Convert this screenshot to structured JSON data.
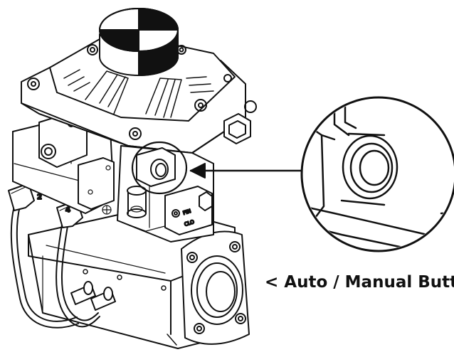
{
  "callout": {
    "label": "< Auto / Manual Butt"
  },
  "ports": {
    "left": "2",
    "right": "4"
  },
  "bracket_marks": {
    "upper": "FIN",
    "lower": "CLO"
  },
  "colors": {
    "line": "#111111",
    "background": "#ffffff",
    "indicator_dark": "#111111"
  }
}
